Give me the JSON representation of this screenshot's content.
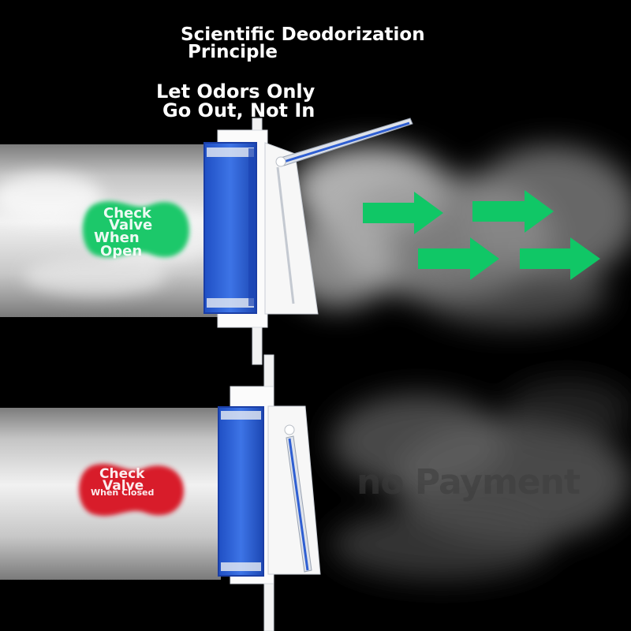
{
  "title": {
    "line1": "Scientific Deodorization",
    "line2": "Principle"
  },
  "subtitle": {
    "line1": "Let Odors Only",
    "line2": "Go Out, Not In"
  },
  "open_badge": {
    "line1": "Check",
    "line2": "Valve",
    "line3": "When",
    "line4": "Open",
    "color": "#1fc86a"
  },
  "closed_badge": {
    "line1": "Check",
    "line2": "Valve",
    "line3": "When Closed",
    "color": "#d81e2a"
  },
  "arrow_color": "#10c766",
  "valve_color": "#2f62d8",
  "watermark": "no Payment",
  "icons": [
    "flow-arrow-icon"
  ]
}
